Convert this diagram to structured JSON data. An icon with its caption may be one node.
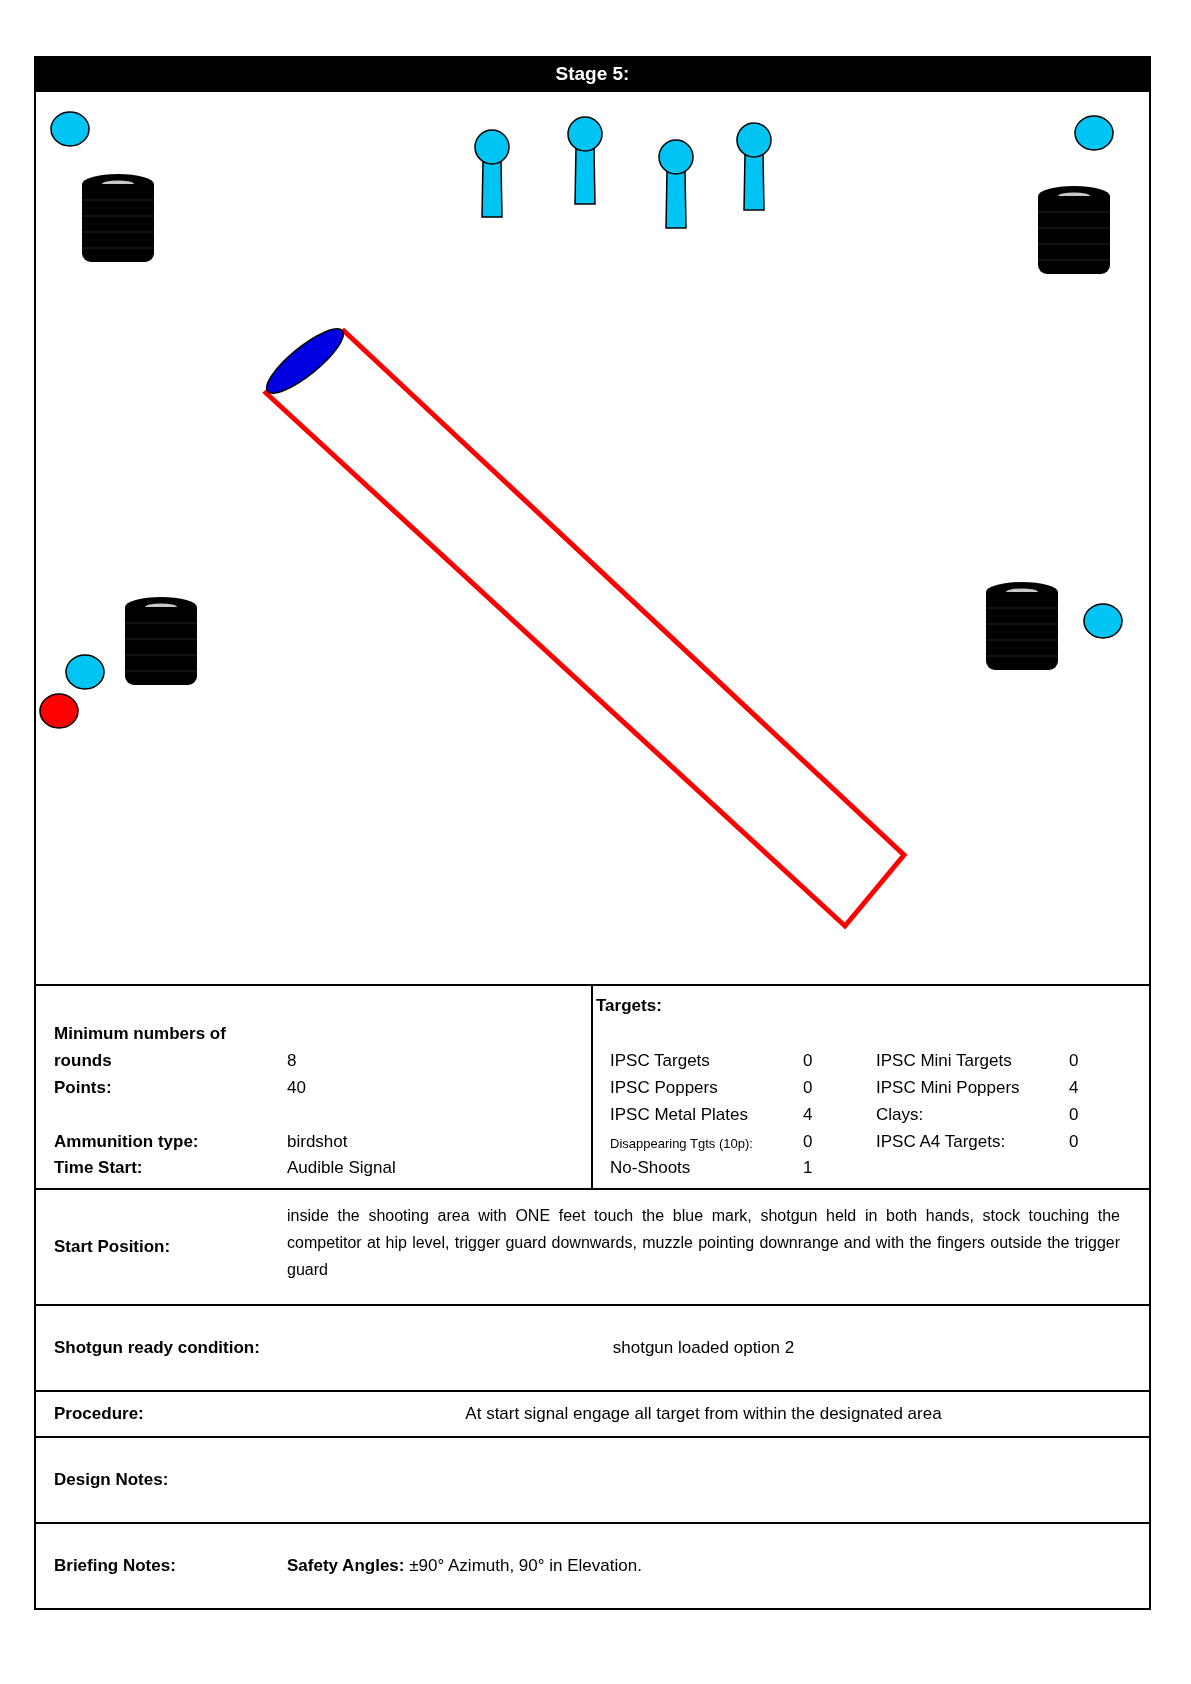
{
  "diagram": {
    "title": "Stage 5:",
    "labels": [
      "Targets:",
      "Minimum numbers of rounds",
      "8",
      "IPSC Targets",
      "0",
      "IPSC Mini Targets",
      "0",
      "Points:",
      "40",
      "IPSC Poppers",
      "0",
      "IPSC Mini Poppers",
      "4",
      "IPSC Metal Plates",
      "4",
      "Clays:",
      "0",
      "Ammunition type:",
      "birdshot",
      "Disappearing Tgts (10p):",
      "0",
      "IPSC A4 Targets:",
      "0",
      "Time Start:",
      "Audible Signal",
      "No-Shoots",
      "1",
      "Start Position:",
      "inside the shooting area with ONE feet touch the blue mark, shotgun held in both hands, stock touching the competitor at hip level, trigger guard  downwards, muzzle pointing downrange and with the fingers outside the trigger guard",
      "Shotgun ready condition:",
      "shotgun loaded option 2",
      "Procedure:",
      "At start signal engage all target from within the designated area",
      "Design Notes:",
      "Briefing Notes:",
      "**Safety Angles:** ±90° Azimuth, 90° in Elevation."
    ]
  }
}
